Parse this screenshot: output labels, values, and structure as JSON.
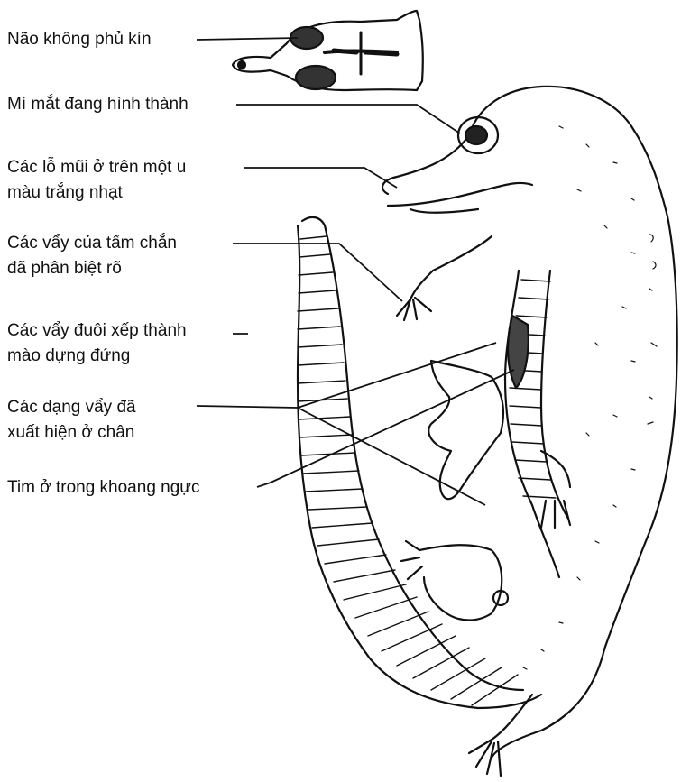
{
  "labels": {
    "brain": "Não không phủ kín",
    "eyelid": "Mí mắt đang hình thành",
    "nostrils_line1": "Các lỗ mũi ở trên một u",
    "nostrils_line2": "màu trắng nhạt",
    "shield_line1": "Các vẩy của tấm chắn",
    "shield_line2": "đã phân biệt rõ",
    "tail_line1": "Các vẩy đuôi xếp thành",
    "tail_line2": "mào dựng đứng",
    "legs_line1": "Các dạng vẩy đã",
    "legs_line2": "xuất hiện ở chân",
    "heart": "Tim ở trong khoang ngực"
  },
  "colors": {
    "ink": "#111111",
    "paper": "#ffffff"
  }
}
